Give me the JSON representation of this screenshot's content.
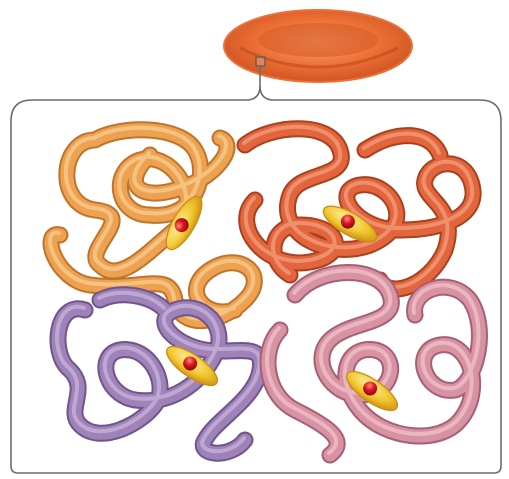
{
  "diagram": {
    "subject": "hemoglobin",
    "blood_cell": {
      "icon": "red-blood-cell-icon",
      "color": "#ec6f35",
      "highlight_color": "#f9a47a"
    },
    "callout": {
      "frame_color": "#6d6d6d",
      "marker_icon": "zoom-marker-icon"
    },
    "subunits": [
      {
        "id": "alpha-1",
        "color": "#eda251",
        "shade": "#c0732a",
        "light": "#f8cb8d"
      },
      {
        "id": "beta-1",
        "color": "#e2653d",
        "shade": "#a8411e",
        "light": "#f39a78"
      },
      {
        "id": "beta-2",
        "color": "#9f82b7",
        "shade": "#6f5589",
        "light": "#c6b1da"
      },
      {
        "id": "alpha-2",
        "color": "#d893a3",
        "shade": "#a65f74",
        "light": "#f0bfc9"
      }
    ],
    "heme": {
      "icon": "heme-group-icon",
      "disc_color": "#f0c32a",
      "disc_edge": "#c98e14",
      "iron_color": "#d9161c"
    }
  }
}
